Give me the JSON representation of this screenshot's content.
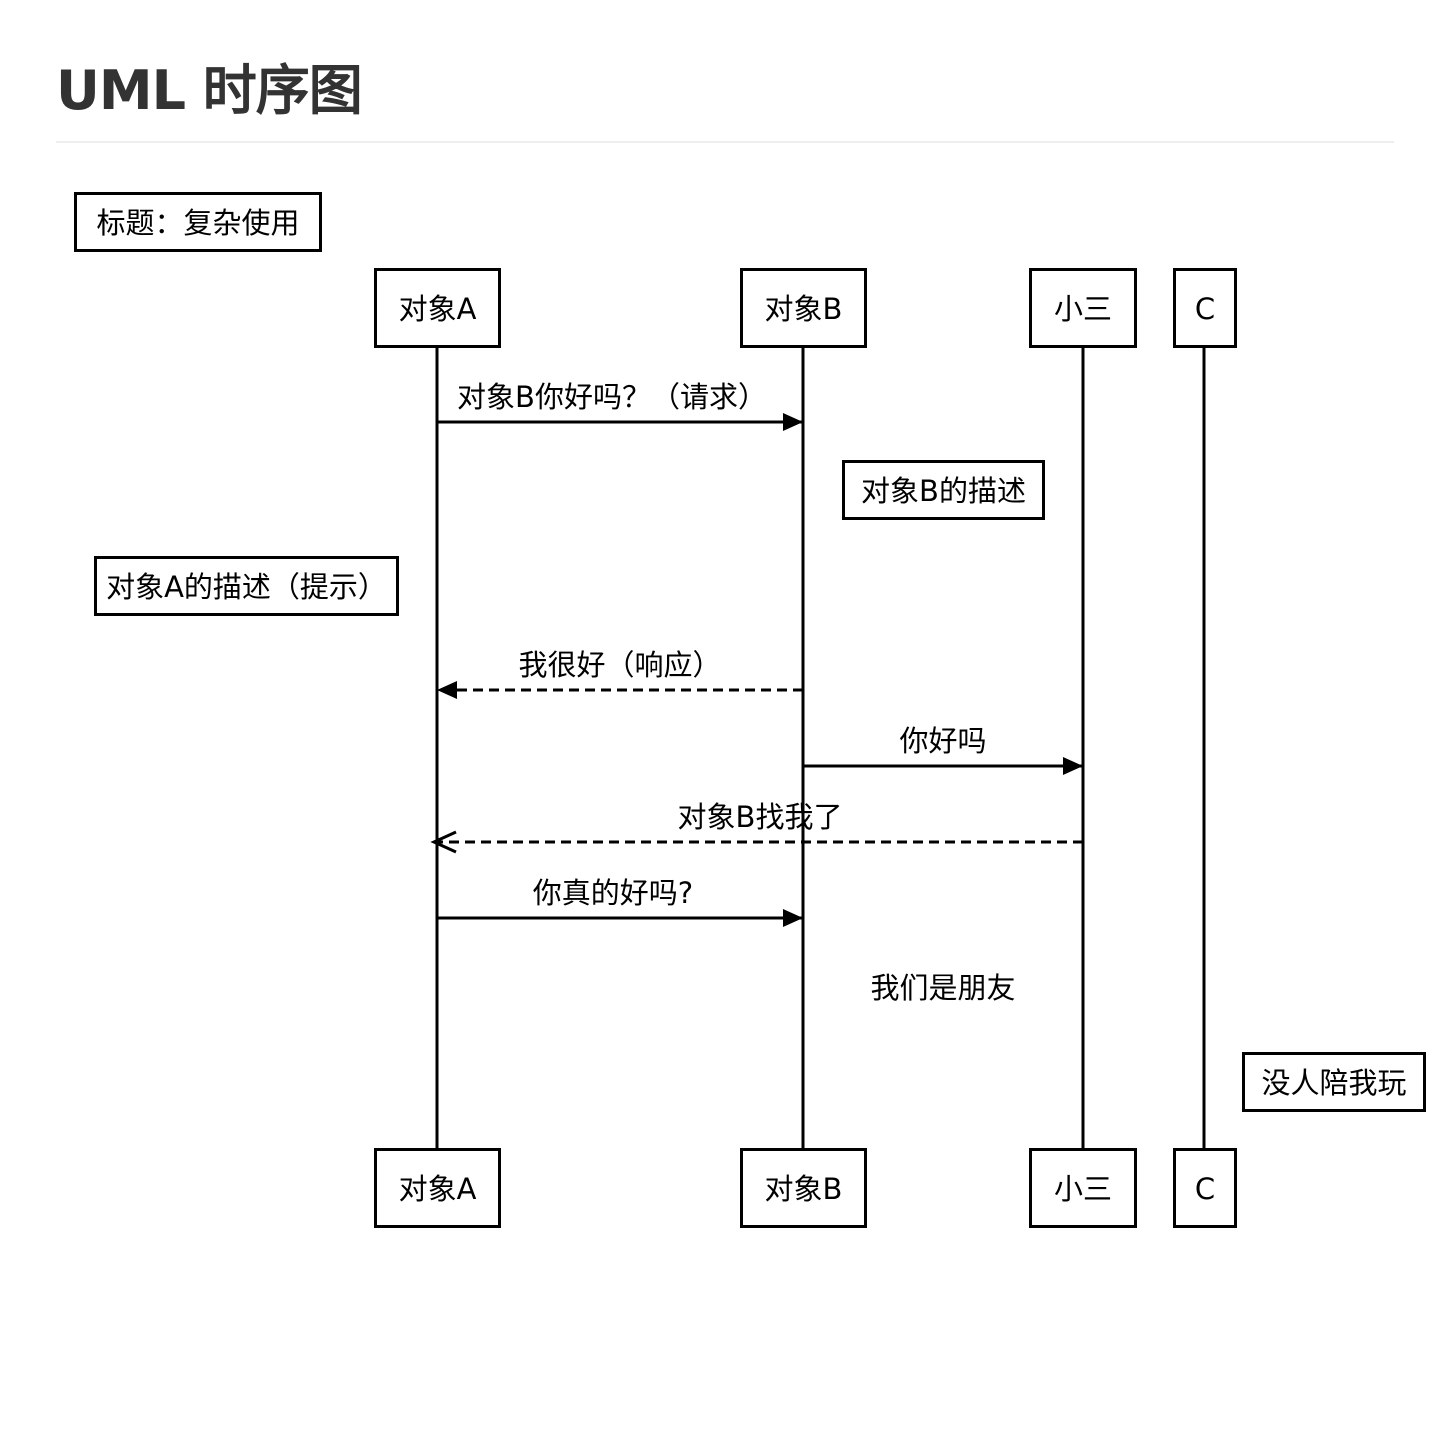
{
  "page": {
    "title": "UML 时序图"
  },
  "diagram": {
    "title": "标题：复杂使用",
    "participants": [
      {
        "id": "A",
        "label": "对象A"
      },
      {
        "id": "B",
        "label": "对象B"
      },
      {
        "id": "X3",
        "label": "小三"
      },
      {
        "id": "C",
        "label": "C"
      }
    ],
    "messages": [
      {
        "from": "A",
        "to": "B",
        "label": "对象B你好吗？（请求）",
        "style": "solid",
        "arrow": "filled"
      },
      {
        "from": "B",
        "to": "A",
        "label": "我很好（响应）",
        "style": "dashed",
        "arrow": "filled"
      },
      {
        "from": "B",
        "to": "X3",
        "label": "你好吗",
        "style": "solid",
        "arrow": "filled"
      },
      {
        "from": "X3",
        "to": "A",
        "label": "对象B找我了",
        "style": "dashed",
        "arrow": "open"
      },
      {
        "from": "A",
        "to": "B",
        "label": "你真的好吗?",
        "style": "solid",
        "arrow": "filled"
      }
    ],
    "notes": [
      {
        "text": "对象B的描述",
        "position": "right of 对象B",
        "boxed": true
      },
      {
        "text": "对象A的描述（提示）",
        "position": "left of 对象A",
        "boxed": true
      },
      {
        "text": "我们是朋友",
        "position": "between 对象B and 小三",
        "boxed": false
      },
      {
        "text": "没人陪我玩",
        "position": "right of C",
        "boxed": true
      }
    ]
  }
}
